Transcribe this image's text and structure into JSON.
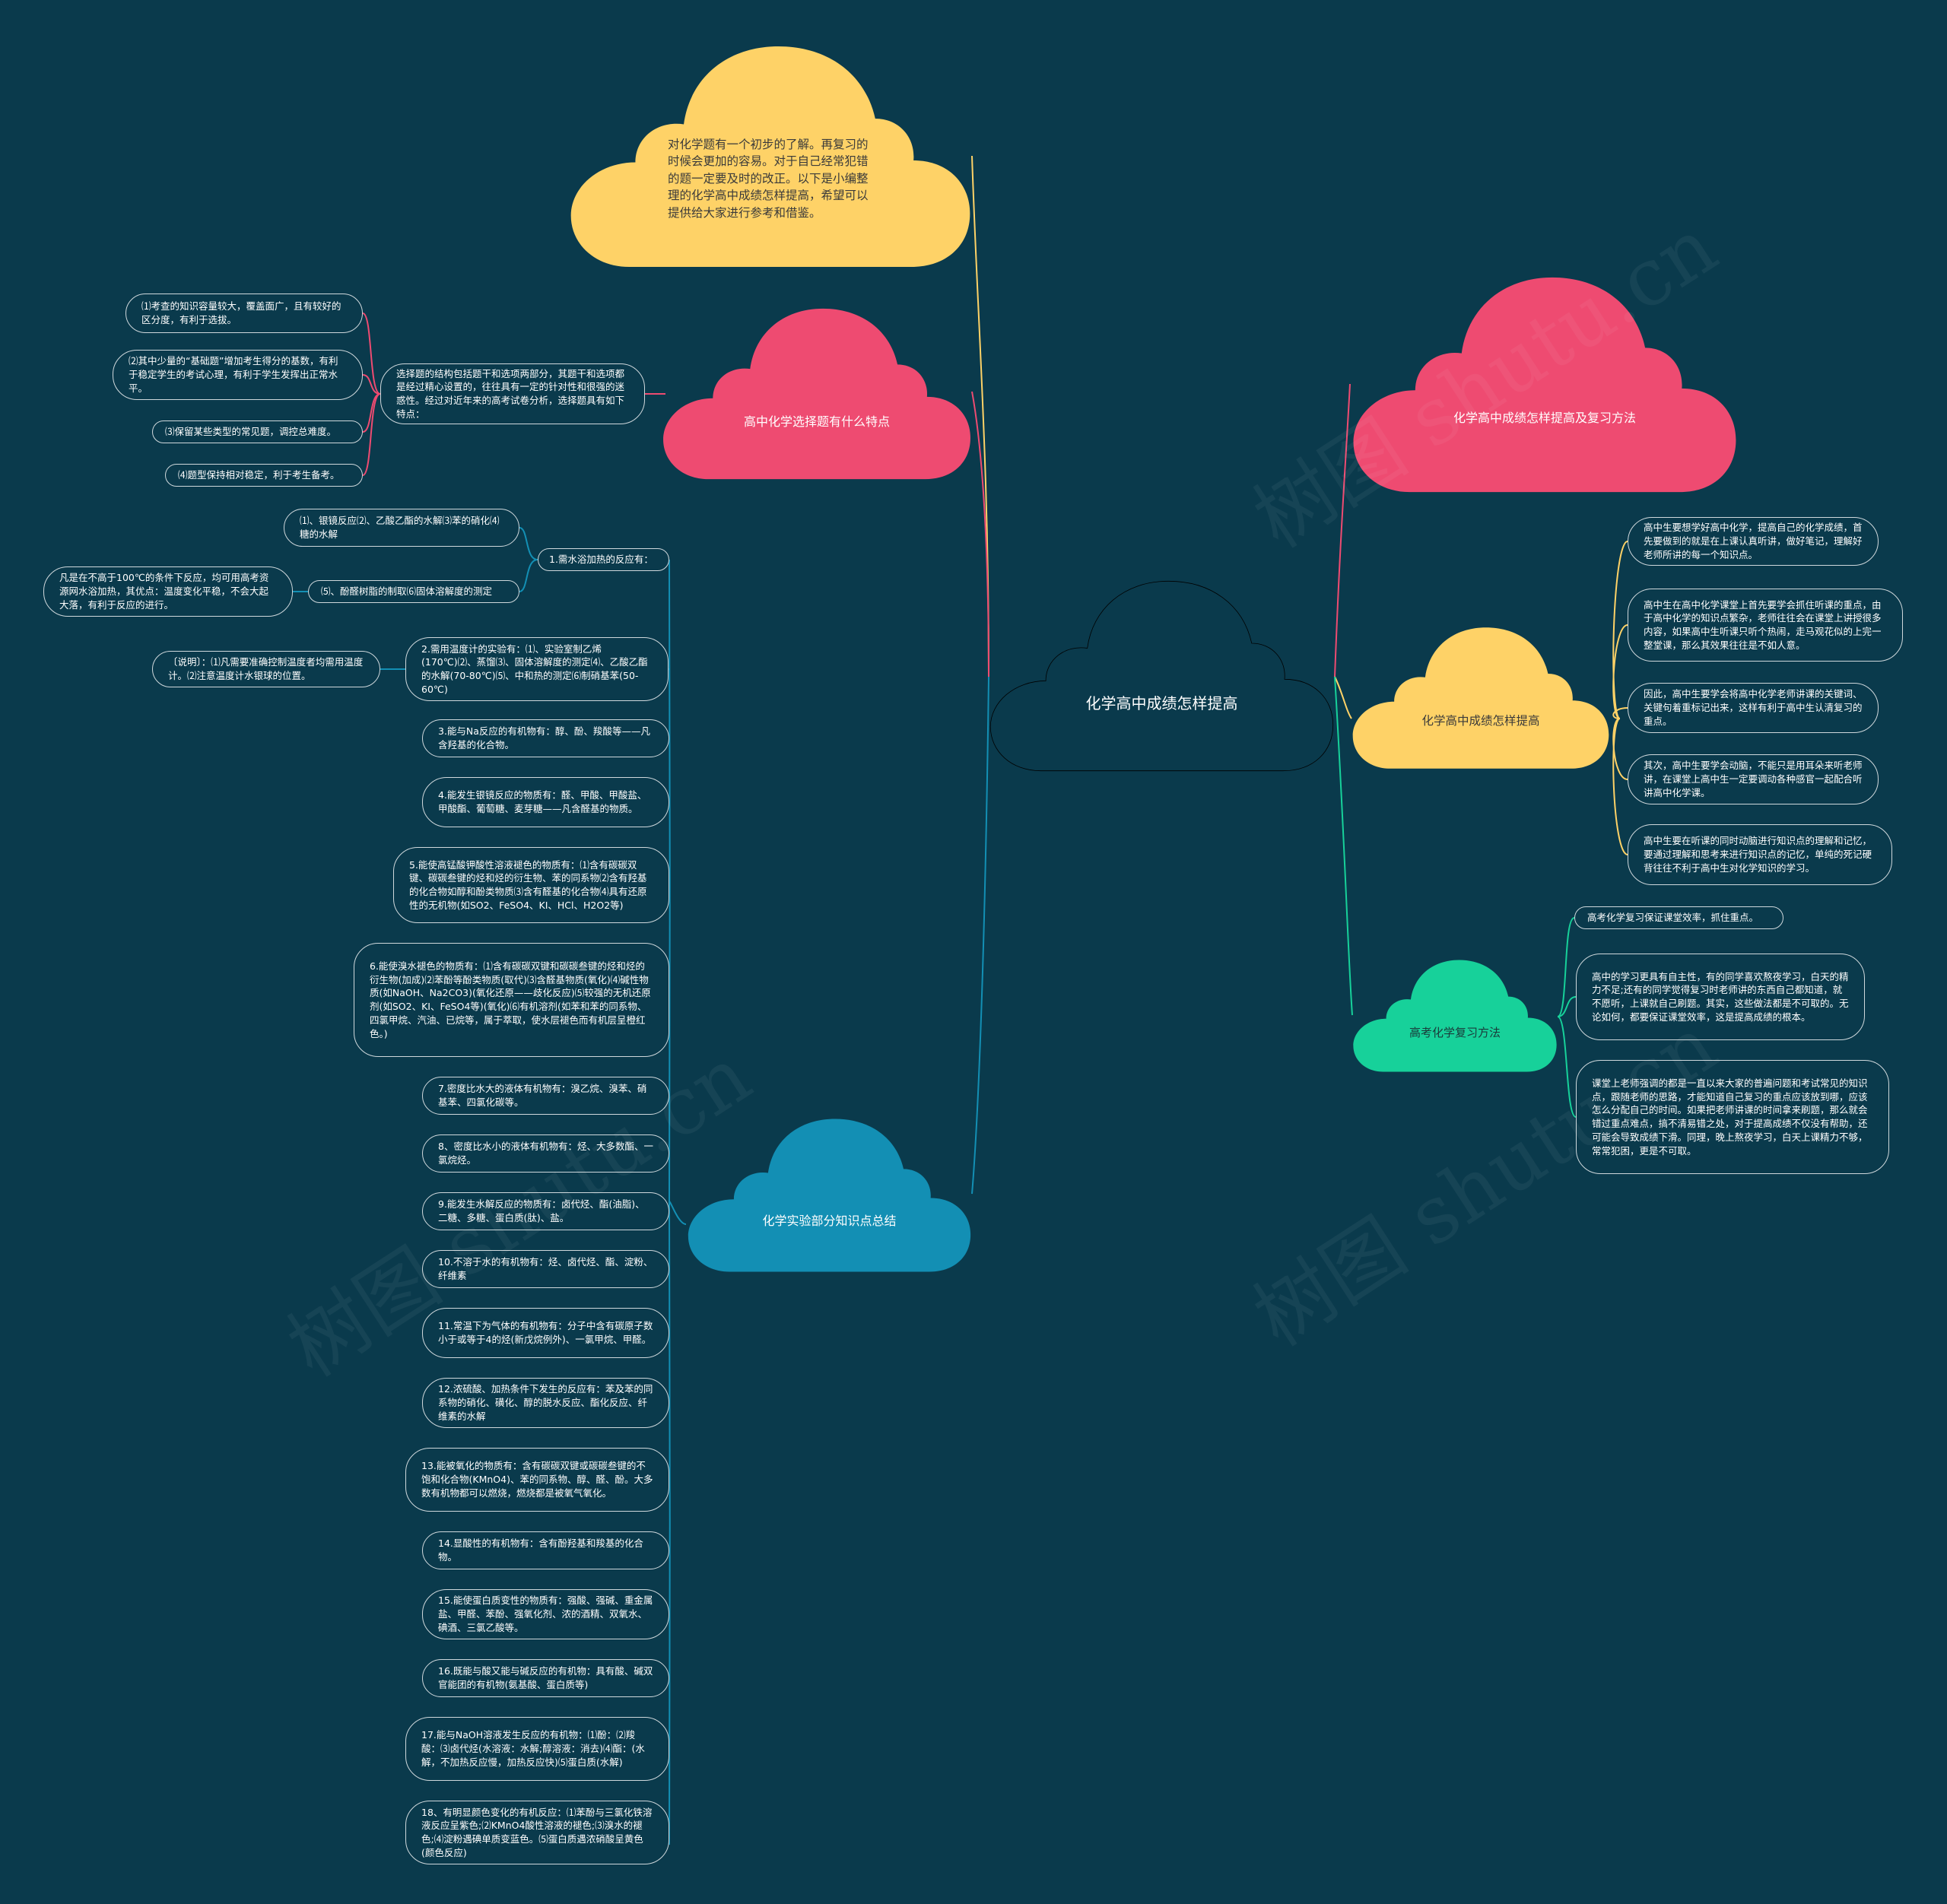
{
  "root": {
    "label": "化学高中成绩怎样提高"
  },
  "watermark": "树图 shutu.cn",
  "colors": {
    "background": "#0a3a4c",
    "yellow": "#fed267",
    "pink": "#ee4b71",
    "blue": "#138fb4",
    "green": "#17d19a"
  },
  "intro": {
    "text": "对化学题有一个初步的了解。再复习的时候会更加的容易。对于自己经常犯错的题一定要及时的改正。以下是小编整理的化学高中成绩怎样提高，希望可以提供给大家进行参考和借鉴。"
  },
  "choice": {
    "label": "高中化学选择题有什么特点",
    "desc": "选择题的结构包括题干和选项两部分，其题干和选项都是经过精心设置的，往往具有一定的针对性和很强的迷惑性。经过对近年来的高考试卷分析，选择题具有如下特点：",
    "items": [
      "⑴考查的知识容量较大，覆盖面广，且有较好的区分度，有利于选拔。",
      "⑵其中少量的“基础题”增加考生得分的基数，有利于稳定学生的考试心理，有利于学生发挥出正常水平。",
      "⑶保留某些类型的常见题，调控总难度。",
      "⑷题型保持相对稳定，利于考生备考。"
    ]
  },
  "experiment": {
    "label": "化学实验部分知识点总结",
    "water_bath": {
      "label": "1.需水浴加热的反应有：",
      "items": [
        "⑴、银镜反应⑵、乙酸乙酯的水解⑶苯的硝化⑷糖的水解",
        "⑸、酚醛树脂的制取⑹固体溶解度的测定"
      ],
      "note": "凡是在不高于100℃的条件下反应，均可用高考资源网水浴加热，其优点：温度变化平稳，不会大起大落，有利于反应的进行。"
    },
    "thermometer": {
      "label": "2.需用温度计的实验有：⑴、实验室制乙烯(170℃)⑵、蒸馏⑶、固体溶解度的测定⑷、乙酸乙酯的水解(70-80℃)⑸、中和热的测定⑹制硝基苯(50-60℃)",
      "note": "〔说明〕：⑴凡需要准确控制温度者均需用温度计。⑵注意温度计水银球的位置。"
    },
    "items": [
      "3.能与Na反应的有机物有：醇、酚、羧酸等——凡含羟基的化合物。",
      "4.能发生银镜反应的物质有：醛、甲酸、甲酸盐、甲酸酯、葡萄糖、麦芽糖——凡含醛基的物质。",
      "5.能使高锰酸钾酸性溶液褪色的物质有：⑴含有碳碳双键、碳碳叁键的烃和烃的衍生物、苯的同系物⑵含有羟基的化合物如醇和酚类物质⑶含有醛基的化合物⑷具有还原性的无机物(如SO2、FeSO4、KI、HCl、H2O2等)",
      "6.能使溴水褪色的物质有：⑴含有碳碳双键和碳碳叁键的烃和烃的衍生物(加成)⑵苯酚等酚类物质(取代)⑶含醛基物质(氧化)⑷碱性物质(如NaOH、Na2CO3)(氧化还原——歧化反应)⑸较强的无机还原剂(如SO2、KI、FeSO4等)(氧化)⑹有机溶剂(如苯和苯的同系物、四氯甲烷、汽油、已烷等，属于萃取，使水层褪色而有机层呈橙红色。)",
      "7.密度比水大的液体有机物有：溴乙烷、溴苯、硝基苯、四氯化碳等。",
      "8、密度比水小的液体有机物有：烃、大多数酯、一氯烷烃。",
      "9.能发生水解反应的物质有：卤代烃、酯(油脂)、二糖、多糖、蛋白质(肽)、盐。",
      "10.不溶于水的有机物有：烃、卤代烃、酯、淀粉、纤维素",
      "11.常温下为气体的有机物有：分子中含有碳原子数小于或等于4的烃(新戊烷例外)、一氯甲烷、甲醛。",
      "12.浓硫酸、加热条件下发生的反应有：苯及苯的同系物的硝化、磺化、醇的脱水反应、酯化反应、纤维素的水解",
      "13.能被氧化的物质有：含有碳碳双键或碳碳叁键的不饱和化合物(KMnO4)、苯的同系物、醇、醛、酚。大多数有机物都可以燃烧，燃烧都是被氧气氧化。",
      "14.显酸性的有机物有：含有酚羟基和羧基的化合物。",
      "15.能使蛋白质变性的物质有：强酸、强碱、重金属盐、甲醛、苯酚、强氧化剂、浓的酒精、双氧水、碘酒、三氯乙酸等。",
      "16.既能与酸又能与碱反应的有机物：具有酸、碱双官能团的有机物(氨基酸、蛋白质等)",
      "17.能与NaOH溶液发生反应的有机物：⑴酚：⑵羧酸：⑶卤代烃(水溶液：水解;醇溶液：消去)⑷酯：(水解，不加热反应慢，加热反应快)⑸蛋白质(水解)",
      "18、有明显颜色变化的有机反应：⑴苯酚与三氯化铁溶液反应呈紫色;⑵KMnO4酸性溶液的褪色;⑶溴水的褪色;⑷淀粉遇碘单质变蓝色。⑸蛋白质遇浓硝酸呈黄色(颜色反应)"
    ]
  },
  "right_title": {
    "label": "化学高中成绩怎样提高及复习方法"
  },
  "improve": {
    "label": "化学高中成绩怎样提高",
    "items": [
      "高中生要想学好高中化学，提高自己的化学成绩，首先要做到的就是在上课认真听讲，做好笔记，理解好老师所讲的每一个知识点。",
      "高中生在高中化学课堂上首先要学会抓住听课的重点，由于高中化学的知识点繁杂，老师往往会在课堂上讲授很多内容，如果高中生听课只听个热闹，走马观花似的上完一整堂课，那么其效果往往是不如人意。",
      "因此，高中生要学会将高中化学老师讲课的关键词、关键句着重标记出来，这样有利于高中生认清复习的重点。",
      "其次，高中生要学会动脑，不能只是用耳朵来听老师讲，在课堂上高中生一定要调动各种感官一起配合听讲高中化学课。",
      "高中生要在听课的同时动脑进行知识点的理解和记忆，要通过理解和思考来进行知识点的记忆，单纯的死记硬背往往不利于高中生对化学知识的学习。"
    ]
  },
  "review": {
    "label": "高考化学复习方法",
    "items": [
      "高考化学复习保证课堂效率，抓住重点。",
      "高中的学习更具有自主性，有的同学喜欢熬夜学习，白天的精力不足;还有的同学觉得复习时老师讲的东西自己都知道，就不愿听，上课就自己刷题。其实，这些做法都是不可取的。无论如何，都要保证课堂效率，这是提高成绩的根本。",
      "课堂上老师强调的都是一直以来大家的普遍问题和考试常见的知识点，跟随老师的思路，才能知道自己复习的重点应该放到哪，应该怎么分配自己的时间。如果把老师讲课的时间拿来刷题，那么就会错过重点难点，搞不清易错之处，对于提高成绩不仅没有帮助，还可能会导致成绩下滑。同理，晚上熬夜学习，白天上课精力不够，常常犯困，更是不可取。"
    ]
  }
}
